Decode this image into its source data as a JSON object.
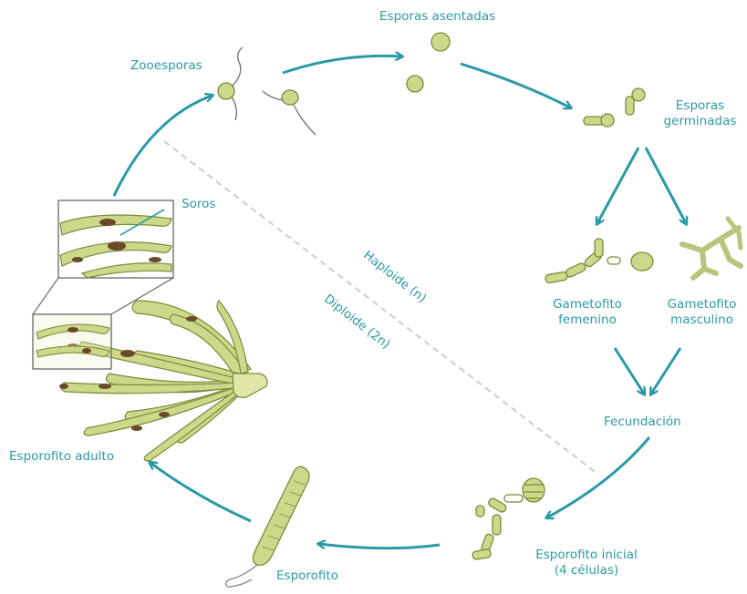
{
  "diagram": {
    "colors": {
      "accent": "#2a9aa6",
      "cell_fill": "#cdd98a",
      "cell_stroke": "#7a8a38",
      "sori": "#6b4a2a",
      "divider": "#cccccc"
    },
    "stages": {
      "zoospores": "Zooesporas",
      "settled_spores": "Esporas asentadas",
      "germinated_line1": "Esporas",
      "germinated_line2": "germinadas",
      "female_line1": "Gametofito",
      "female_line2": "femenino",
      "male_line1": "Gametofito",
      "male_line2": "masculino",
      "fertilization": "Fecundación",
      "initial_sporophyte_line1": "Esporofito inicial",
      "initial_sporophyte_line2": "(4 células)",
      "sporophyte": "Esporofito",
      "adult_sporophyte": "Esporofito adulto",
      "sori": "Soros"
    },
    "phases": {
      "haploid": "Haploide (n)",
      "diploid": "Diploide (2n)"
    }
  }
}
